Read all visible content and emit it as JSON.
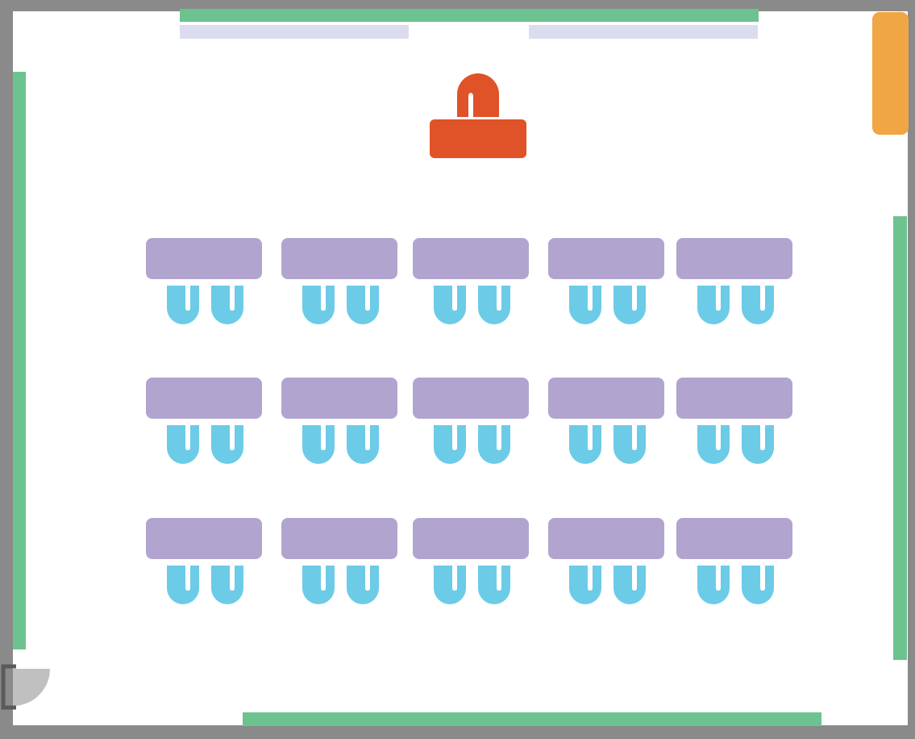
{
  "colors": {
    "wall": "#8a8a8a",
    "floor": "#ffffff",
    "whiteboard": "#6cc38f",
    "projector_screen": "#dcdcf0",
    "teacher": "#e05227",
    "cabinet": "#f0a645",
    "desk": "#b1a4cf",
    "chair": "#6ccbe7",
    "door": "#c0c0c0",
    "door_frame": "#5a5a5a"
  },
  "classroom": {
    "desk_rows": 3,
    "desks_per_row": 5,
    "chairs_per_desk": 2
  }
}
